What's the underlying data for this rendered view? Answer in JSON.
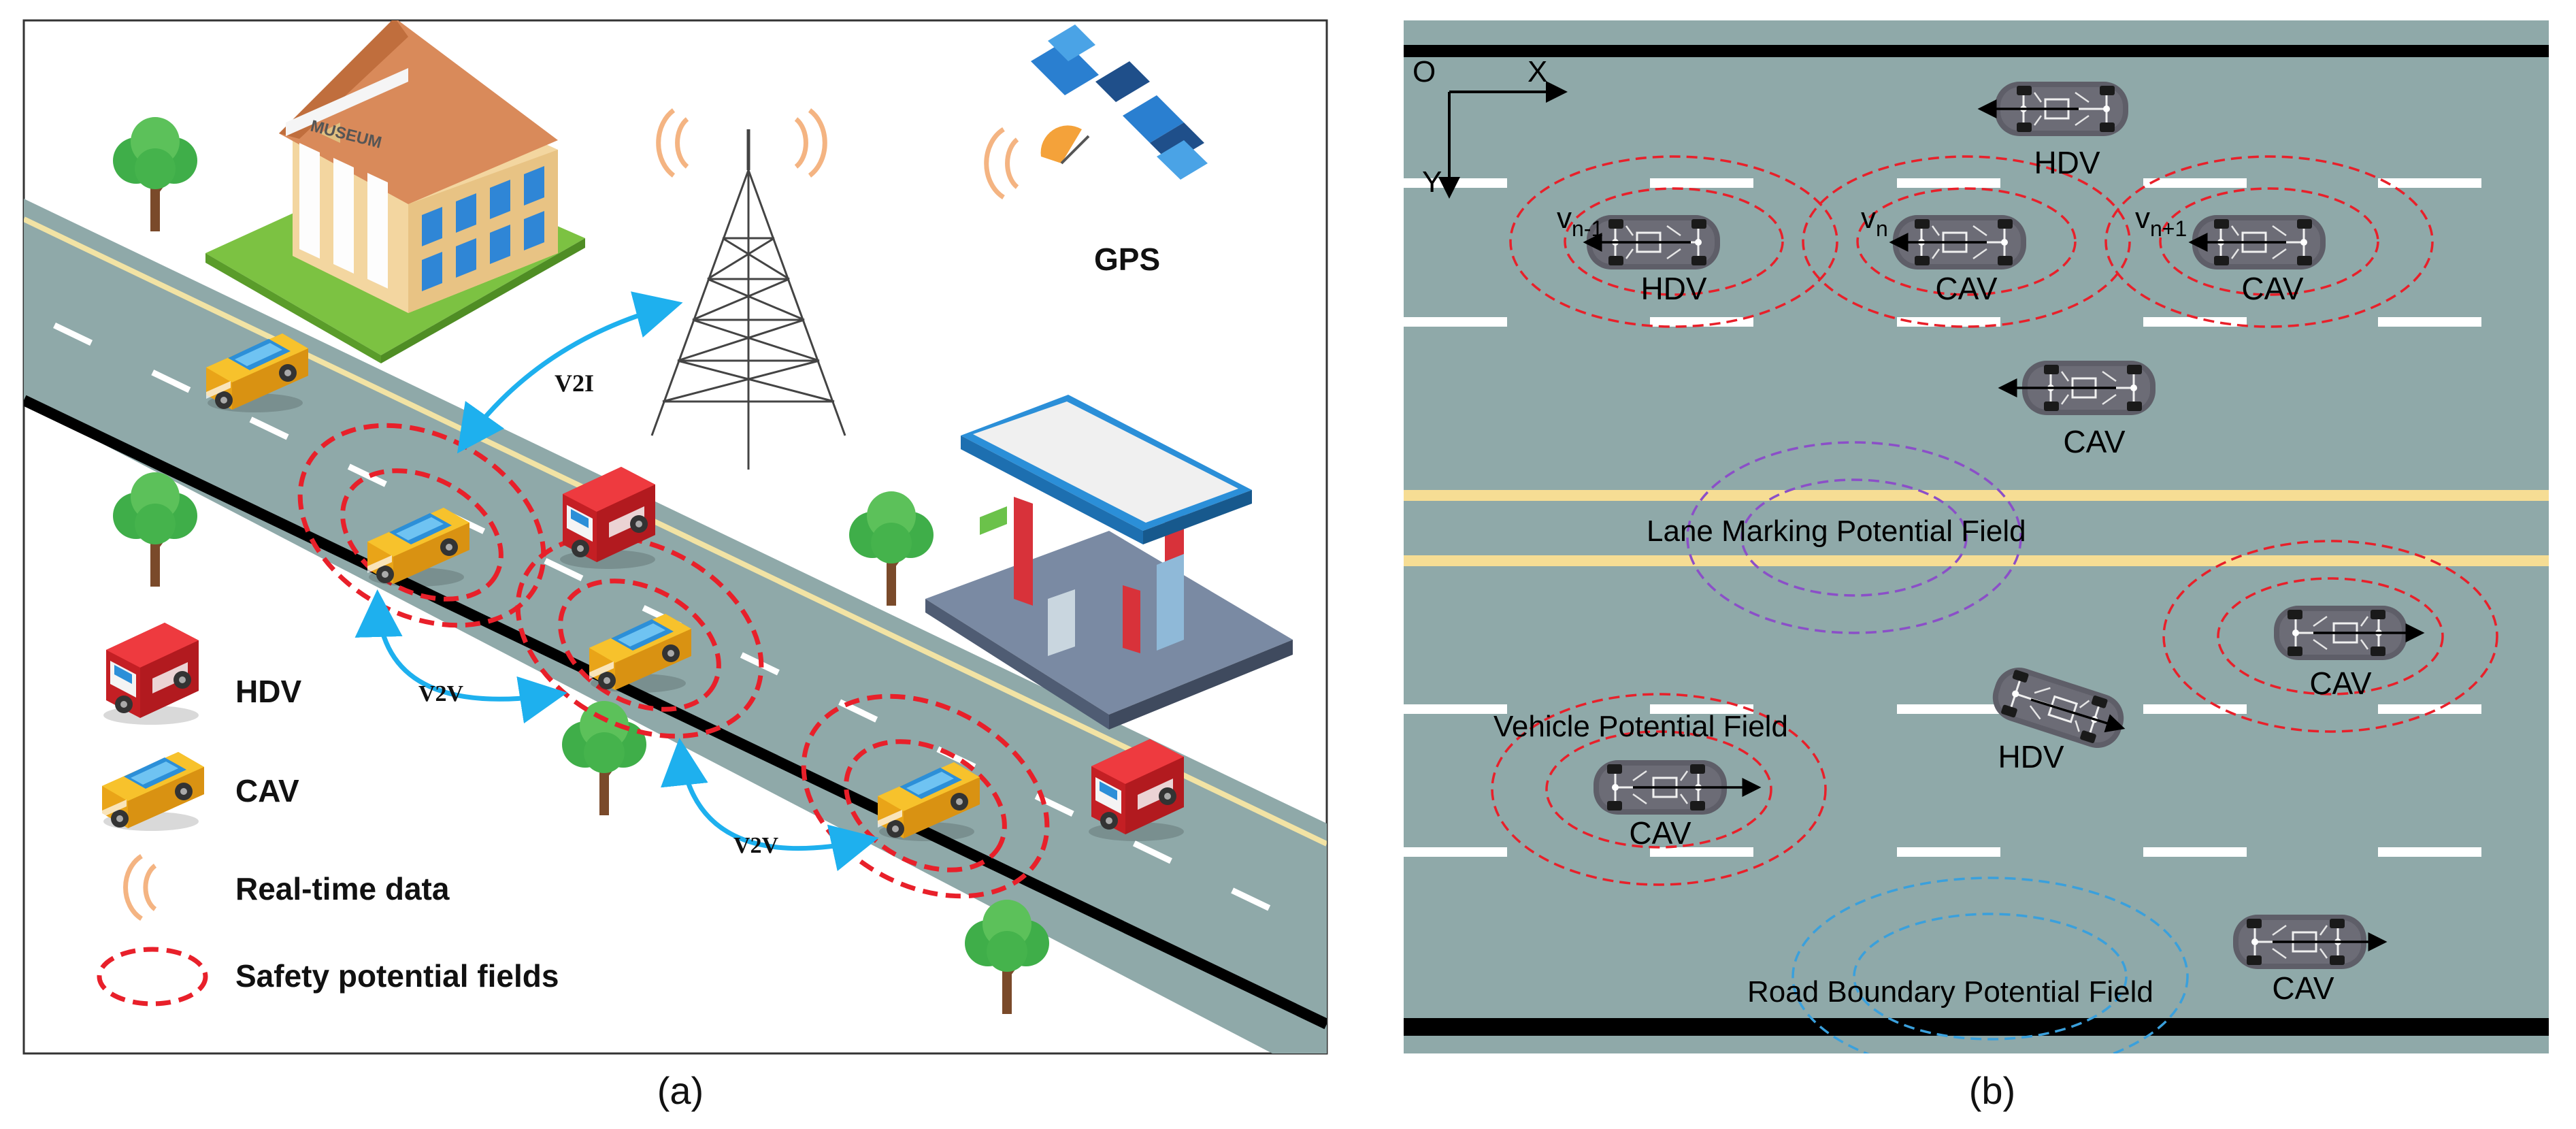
{
  "panel_a": {
    "caption": "(a)",
    "museum_sign": "MUSEUM",
    "gps_label": "GPS",
    "link_v2i": "V2I",
    "link_v2v_1": "V2V",
    "link_v2v_2": "V2V",
    "legend": {
      "hdv": "HDV",
      "cav": "CAV",
      "realtime": "Real-time data",
      "safety": "Safety potential fields"
    }
  },
  "panel_b": {
    "caption": "(b)",
    "axis_origin": "O",
    "axis_x": "X",
    "axis_y": "Y",
    "vehicles": {
      "top_hdv": "HDV",
      "lead_hdv": "HDV",
      "mid_cav": "CAV",
      "right_cav": "CAV",
      "lower_cav": "CAV",
      "east_cav": "CAV",
      "mid_hdv": "HDV",
      "west_cav": "CAV",
      "bottom_cav": "CAV"
    },
    "velocities": {
      "v_prev": "v",
      "v_prev_sub": "n-1",
      "v_cur": "v",
      "v_cur_sub": "n",
      "v_next": "v",
      "v_next_sub": "n+1"
    },
    "fields": {
      "lane": "Lane Marking Potential Field",
      "vehicle": "Vehicle Potential Field",
      "boundary": "Road Boundary Potential Field"
    }
  },
  "colors": {
    "road": "#8fa9a9",
    "link_arrow": "#1eb0ee",
    "safety_field": "#e8202a",
    "lane_field": "#8b4fc8",
    "boundary_field": "#3aa0dc",
    "yellow_line": "#f6dd94"
  }
}
